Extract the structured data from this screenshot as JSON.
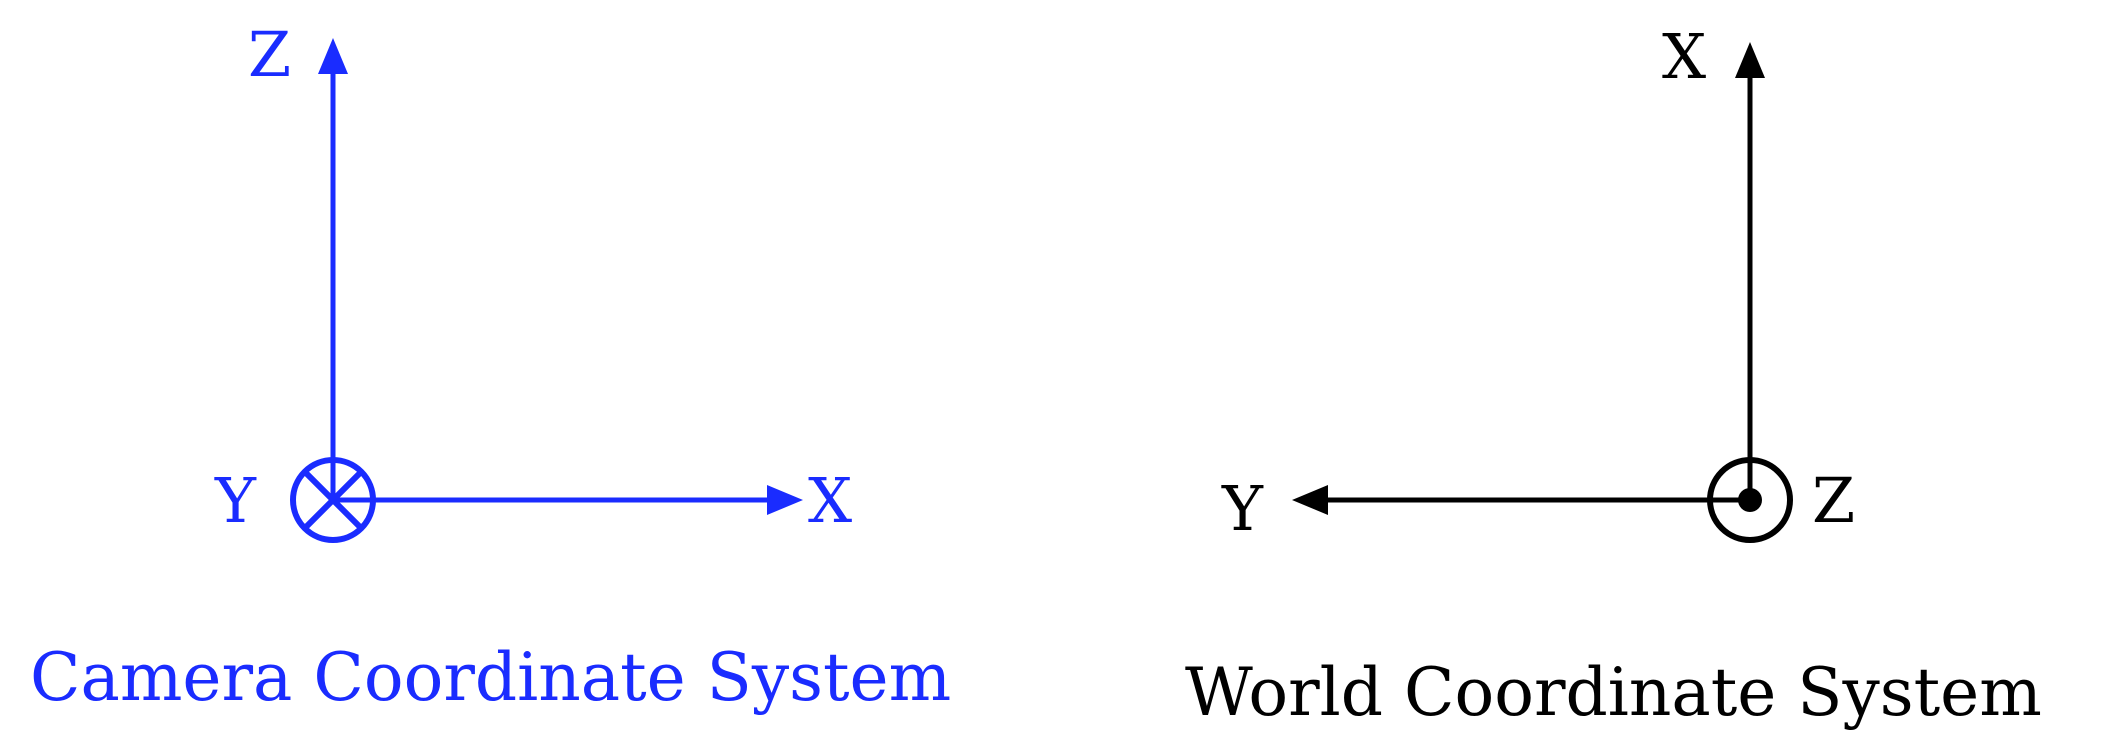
{
  "colors": {
    "camera": "#1a2cff",
    "world": "#000000",
    "background": "#ffffff"
  },
  "camera": {
    "caption": "Camera Coordinate System",
    "axis_x": "X",
    "axis_y": "Y",
    "axis_z": "Z",
    "into_page_symbol": "circle-cross-icon"
  },
  "world": {
    "caption": "World Coordinate System",
    "axis_x": "X",
    "axis_y": "Y",
    "axis_z": "Z",
    "out_of_page_symbol": "circle-dot-icon"
  }
}
